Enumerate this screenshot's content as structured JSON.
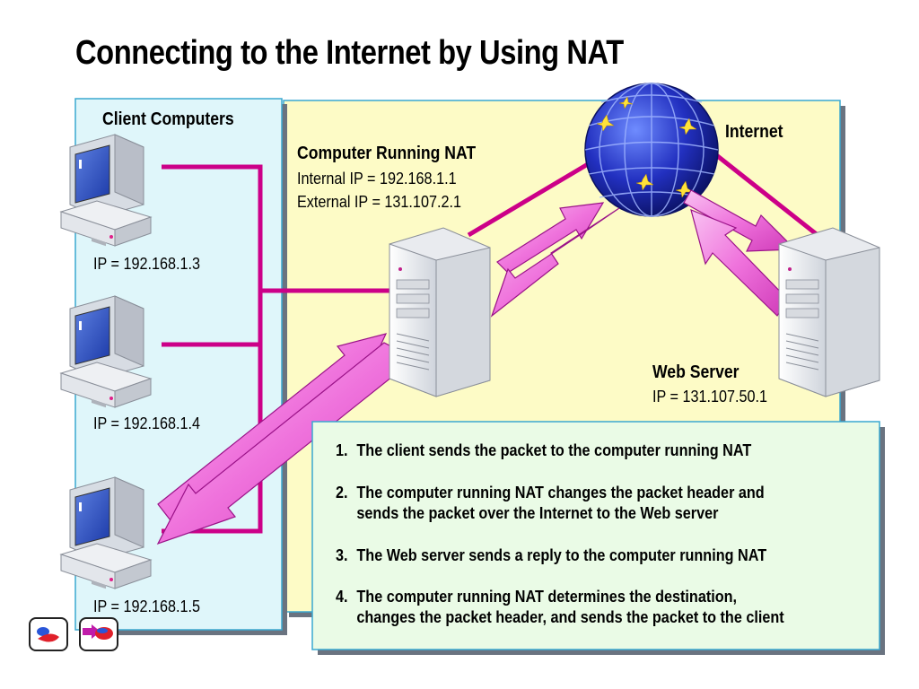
{
  "title": "Connecting to the Internet by Using NAT",
  "client_group": {
    "heading": "Client Computers",
    "clients": [
      {
        "ip": "IP = 192.168.1.3"
      },
      {
        "ip": "IP = 192.168.1.4"
      },
      {
        "ip": "IP = 192.168.1.5"
      }
    ]
  },
  "nat": {
    "heading": "Computer Running NAT",
    "internal_ip": "Internal IP = 192.168.1.1",
    "external_ip": "External IP = 131.107.2.1"
  },
  "internet": {
    "label": "Internet"
  },
  "web_server": {
    "heading": "Web Server",
    "ip": "IP = 131.107.50.1"
  },
  "steps": [
    {
      "num": "1.",
      "lines": [
        "The client sends the packet to the computer running NAT"
      ]
    },
    {
      "num": "2.",
      "lines": [
        "The computer running NAT changes the packet header and",
        "sends the packet over the Internet to the Web server"
      ]
    },
    {
      "num": "3.",
      "lines": [
        "The Web server sends a reply to the computer running NAT"
      ]
    },
    {
      "num": "4.",
      "lines": [
        "The computer running NAT determines the destination,",
        "changes the packet header, and sends the packet to the client"
      ]
    }
  ],
  "colors": {
    "client_panel": "#dff6fa",
    "nat_panel": "#fdfbc6",
    "steps_panel": "#eafbe6",
    "link_line": "#cc0088",
    "arrow_fill": "#f07ce0",
    "arrow_edge": "#b0139a",
    "globe": "#1a2aa8"
  },
  "nav": [
    {
      "icon": "previous-slide-icon"
    },
    {
      "icon": "next-slide-icon"
    }
  ]
}
